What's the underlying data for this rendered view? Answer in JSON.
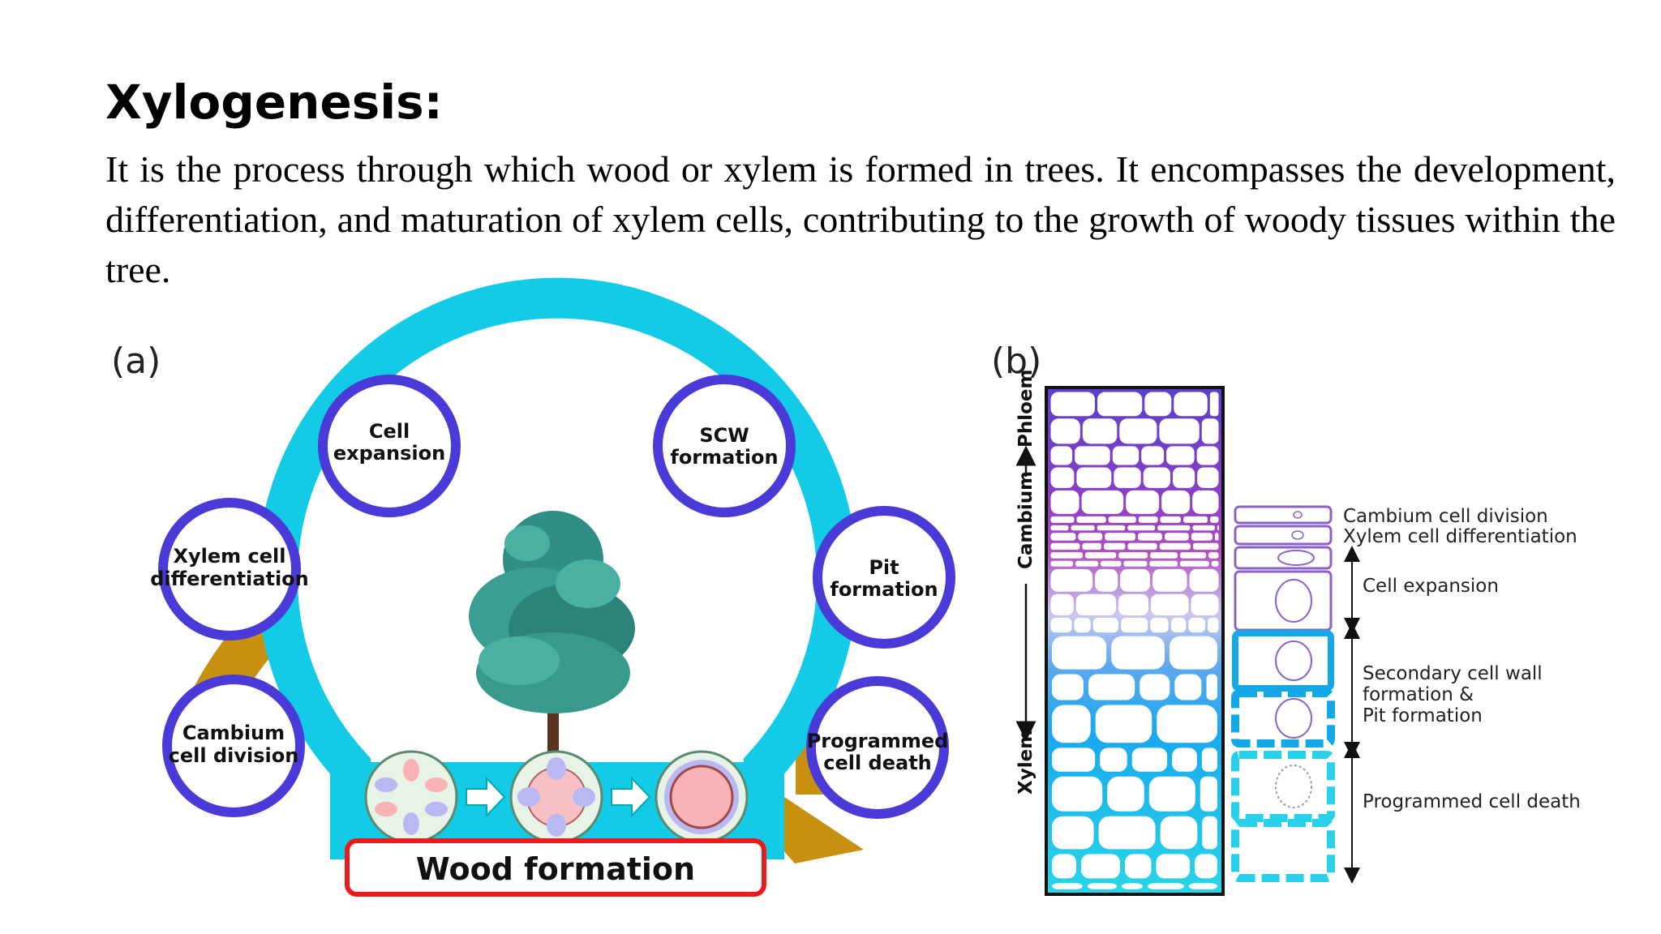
{
  "page": {
    "title": "Xylogenesis:",
    "description": "It is the process through which wood or xylem is formed in trees. It encompasses the development, differentiation, and maturation of xylem cells, contributing to the growth of woody tissues within the tree."
  },
  "panel_a": {
    "label": "(a)",
    "stages": [
      {
        "line1": "Cambium",
        "line2": "cell division"
      },
      {
        "line1": "Xylem cell",
        "line2": "differentiation"
      },
      {
        "line1": "Cell",
        "line2": "expansion"
      },
      {
        "line1": "SCW",
        "line2": "formation"
      },
      {
        "line1": "Pit",
        "line2": "formation"
      },
      {
        "line1": "Programmed",
        "line2": "cell death"
      }
    ],
    "result": "Wood formation"
  },
  "panel_b": {
    "label": "(b)",
    "axis": {
      "top": "Phloem",
      "middle": "Cambium",
      "bottom": "Xylem"
    },
    "labels": {
      "cambium_division": "Cambium cell division",
      "xylem_differentiation": "Xylem cell differentiation",
      "cell_expansion": "Cell expansion",
      "scw_line1": "Secondary cell wall",
      "scw_line2": "formation &",
      "scw_line3": "Pit formation",
      "pcd": "Programmed cell death"
    }
  },
  "colors": {
    "arc": "#c8900f",
    "stage_ring": "#4a3ad8",
    "dome": "#13cbe6",
    "result_border": "#e81c1c",
    "phloem": "#6a3cc8",
    "cambium": "#a03cc0",
    "xylem": "#14b8e6"
  }
}
